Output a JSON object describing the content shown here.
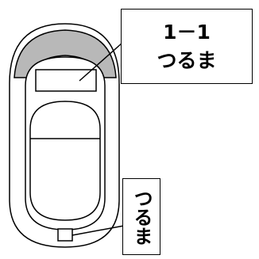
{
  "callouts": {
    "top": {
      "line1": "1－1",
      "line2": "つるま"
    },
    "bottom": {
      "text": "つるま"
    }
  },
  "colors": {
    "outline": "#000000",
    "cap": "#b8b8b8",
    "background": "#ffffff"
  }
}
